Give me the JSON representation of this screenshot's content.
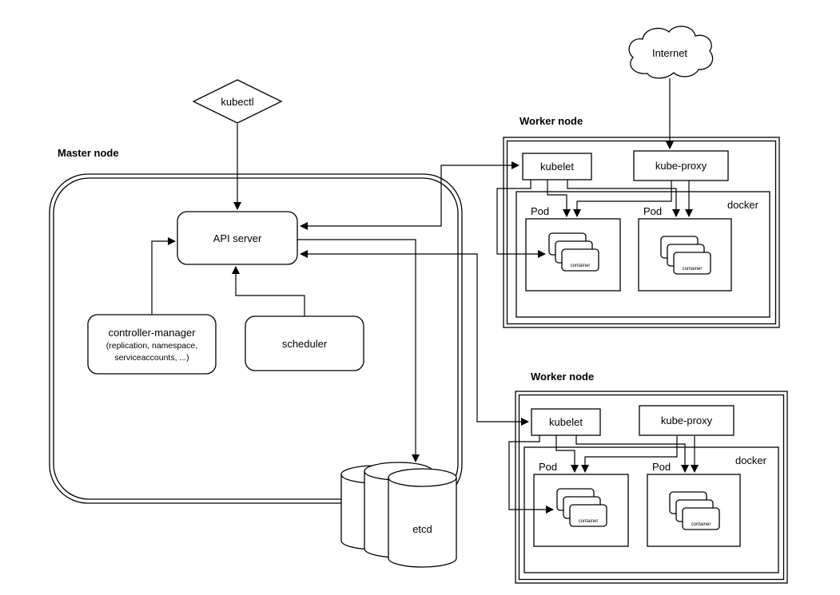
{
  "internet": {
    "label": "Internet"
  },
  "kubectl": {
    "label": "kubectl"
  },
  "master": {
    "label": "Master node",
    "api_server": {
      "label": "API server"
    },
    "controller_manager": {
      "label": "controller-manager",
      "detail_line1": "(replication, namespace,",
      "detail_line2": "serviceaccounts, ...)"
    },
    "scheduler": {
      "label": "scheduler"
    },
    "etcd": {
      "label": "etcd"
    }
  },
  "workers": [
    {
      "label": "Worker node",
      "kubelet": {
        "label": "kubelet"
      },
      "kube_proxy": {
        "label": "kube-proxy"
      },
      "docker": {
        "label": "docker"
      },
      "pods": [
        {
          "label": "Pod",
          "containers": [
            {
              "label": "container"
            },
            {
              "label": "container"
            },
            {
              "label": "container"
            }
          ]
        },
        {
          "label": "Pod",
          "containers": [
            {
              "label": "container"
            },
            {
              "label": "container"
            },
            {
              "label": "container"
            }
          ]
        }
      ]
    },
    {
      "label": "Worker node",
      "kubelet": {
        "label": "kubelet"
      },
      "kube_proxy": {
        "label": "kube-proxy"
      },
      "docker": {
        "label": "docker"
      },
      "pods": [
        {
          "label": "Pod",
          "containers": [
            {
              "label": "container"
            },
            {
              "label": "container"
            },
            {
              "label": "container"
            }
          ]
        },
        {
          "label": "Pod",
          "containers": [
            {
              "label": "container"
            },
            {
              "label": "container"
            },
            {
              "label": "container"
            }
          ]
        }
      ]
    }
  ],
  "colors": {
    "line": "#000000",
    "box_fill": "#ffffff",
    "background": "#ffffff"
  }
}
